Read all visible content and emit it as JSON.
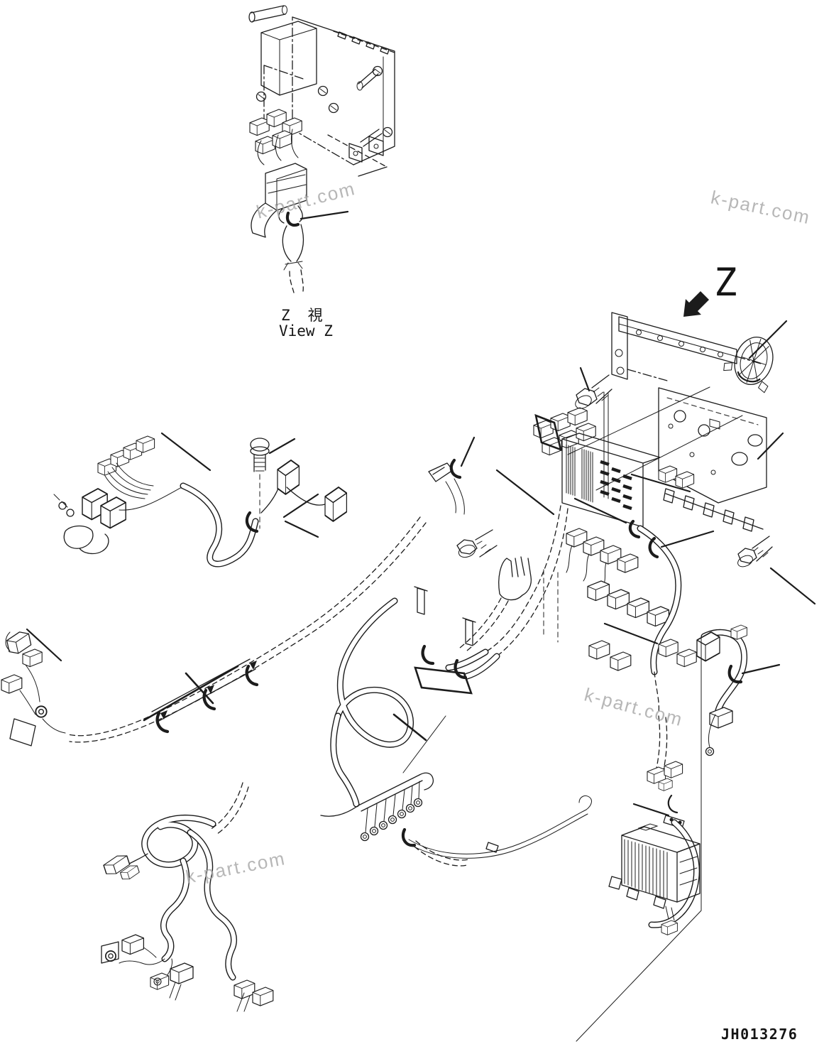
{
  "page": {
    "background": "#ffffff",
    "line_color": "#1c1c1c",
    "watermark_color": "#a6a6a6"
  },
  "labels": {
    "view_label_jp": "Z　視",
    "view_label_en": "View Z",
    "view_arrow_letter": "Z",
    "drawing_number": "JH013276"
  },
  "watermark": {
    "text": "k-part.com"
  }
}
